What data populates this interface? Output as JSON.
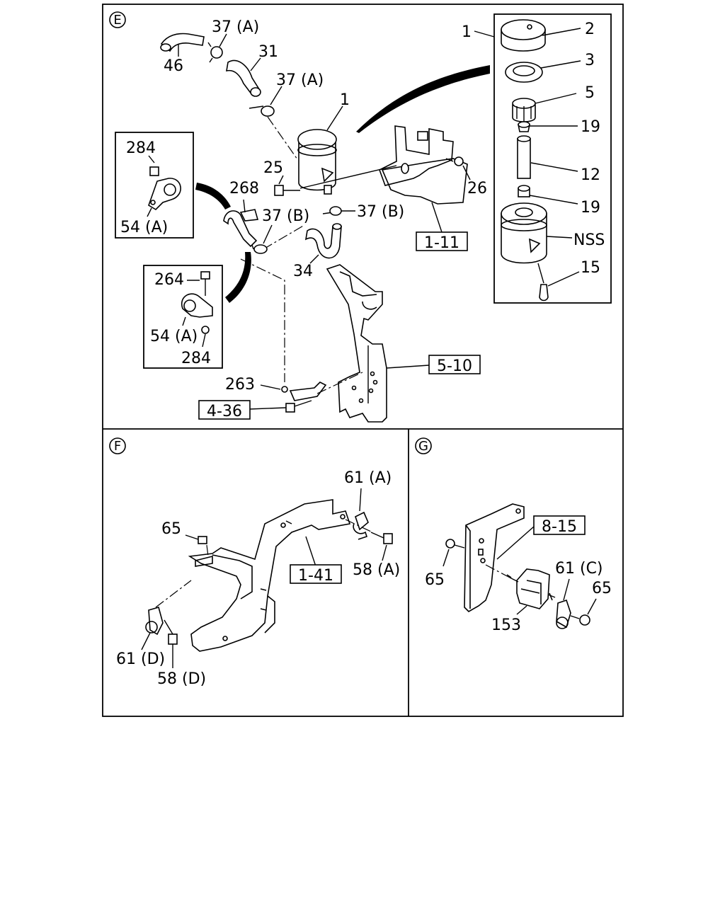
{
  "sections": {
    "E": "E",
    "F": "F",
    "G": "G"
  },
  "labels_E": {
    "p46": "46",
    "p37a_1": "37 (A)",
    "p31": "31",
    "p37a_2": "37 (A)",
    "p1_tank": "1",
    "p1_exploded": "1",
    "p2": "2",
    "p3": "3",
    "p5": "5",
    "p19_top": "19",
    "p12": "12",
    "p19_bot": "19",
    "pNSS": "NSS",
    "p15": "15",
    "p284_top": "284",
    "p54a_top": "54 (A)",
    "p25": "25",
    "p268": "268",
    "p37b_1": "37 (B)",
    "p37b_2": "37 (B)",
    "p26": "26",
    "p34": "34",
    "p264": "264",
    "p54a_bot": "54 (A)",
    "p284_bot": "284",
    "p263": "263"
  },
  "refs_E": {
    "r1_11": "1-11",
    "r5_10": "5-10",
    "r4_36": "4-36"
  },
  "labels_F": {
    "p65": "65",
    "p61a": "61 (A)",
    "p58a": "58 (A)",
    "p61d": "61 (D)",
    "p58d": "58 (D)"
  },
  "refs_F": {
    "r1_41": "1-41"
  },
  "labels_G": {
    "p65_left": "65",
    "p61c": "61 (C)",
    "p65_right": "65",
    "p153": "153"
  },
  "refs_G": {
    "r8_15": "8-15"
  }
}
